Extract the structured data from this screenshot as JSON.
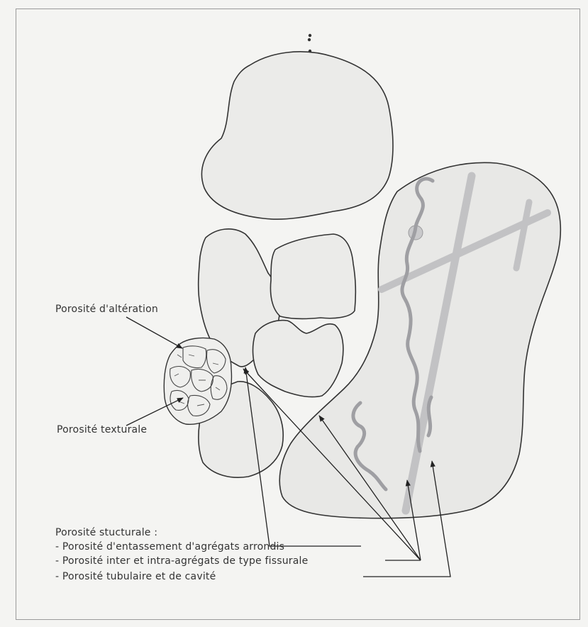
{
  "labels": {
    "alteration": "Porosité d'altération",
    "texturale": "Porosité texturale",
    "structural_heading": "Porosité stucturale :",
    "item_entassement": "- Porosité d'entassement d'agrégats arrondis",
    "item_fissurale": "- Porosité inter et intra-agrégats de type fissurale",
    "item_tubulaire": "- Porosité tubulaire et de cavité"
  }
}
